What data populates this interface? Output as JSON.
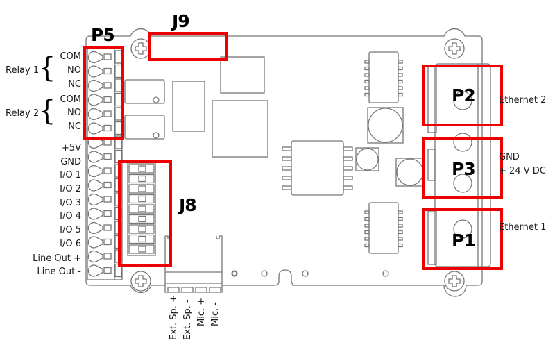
{
  "highlight_color": "#ee0000",
  "line_color": "#777777",
  "connectors": {
    "p5": "P5",
    "j9": "J9",
    "j8": "J8",
    "p2": "P2",
    "p3": "P3",
    "p1": "P1"
  },
  "relay_groups": [
    {
      "label": "Relay 1",
      "pins": [
        "COM",
        "NO",
        "NC"
      ]
    },
    {
      "label": "Relay 2",
      "pins": [
        "COM",
        "NO",
        "NC"
      ]
    }
  ],
  "io_pins": [
    "+5V",
    "GND",
    "I/O 1",
    "I/O 2",
    "I/O 3",
    "I/O 4",
    "I/O 5",
    "I/O 6",
    "Line Out +",
    "Line Out -"
  ],
  "audio_pins": [
    "Ext. Sp. +",
    "Ext. Sp. -",
    "Mic. +",
    "Mic. -"
  ],
  "right_labels": {
    "ethernet2": "Ethernet 2",
    "power_gnd": "GND",
    "power_24v": "+ 24 V DC",
    "ethernet1": "Ethernet 1"
  }
}
